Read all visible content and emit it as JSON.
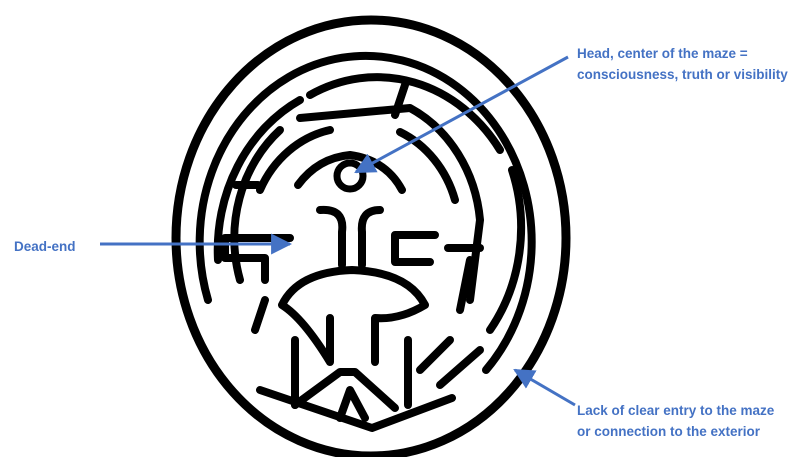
{
  "colors": {
    "maze_line": "#000000",
    "annotation": "#4472C4",
    "background": "#ffffff"
  },
  "maze": {
    "subject": "labyrinth maze with central human figure",
    "style": "black outlined paths"
  },
  "annotations": {
    "head": {
      "lines": [
        "Head, center of the maze =",
        "consciousness, truth or visibility"
      ]
    },
    "dead_end": {
      "lines": [
        "Dead-end"
      ]
    },
    "exterior": {
      "lines": [
        "Lack of clear entry to the maze",
        "or connection to the exterior"
      ]
    }
  }
}
